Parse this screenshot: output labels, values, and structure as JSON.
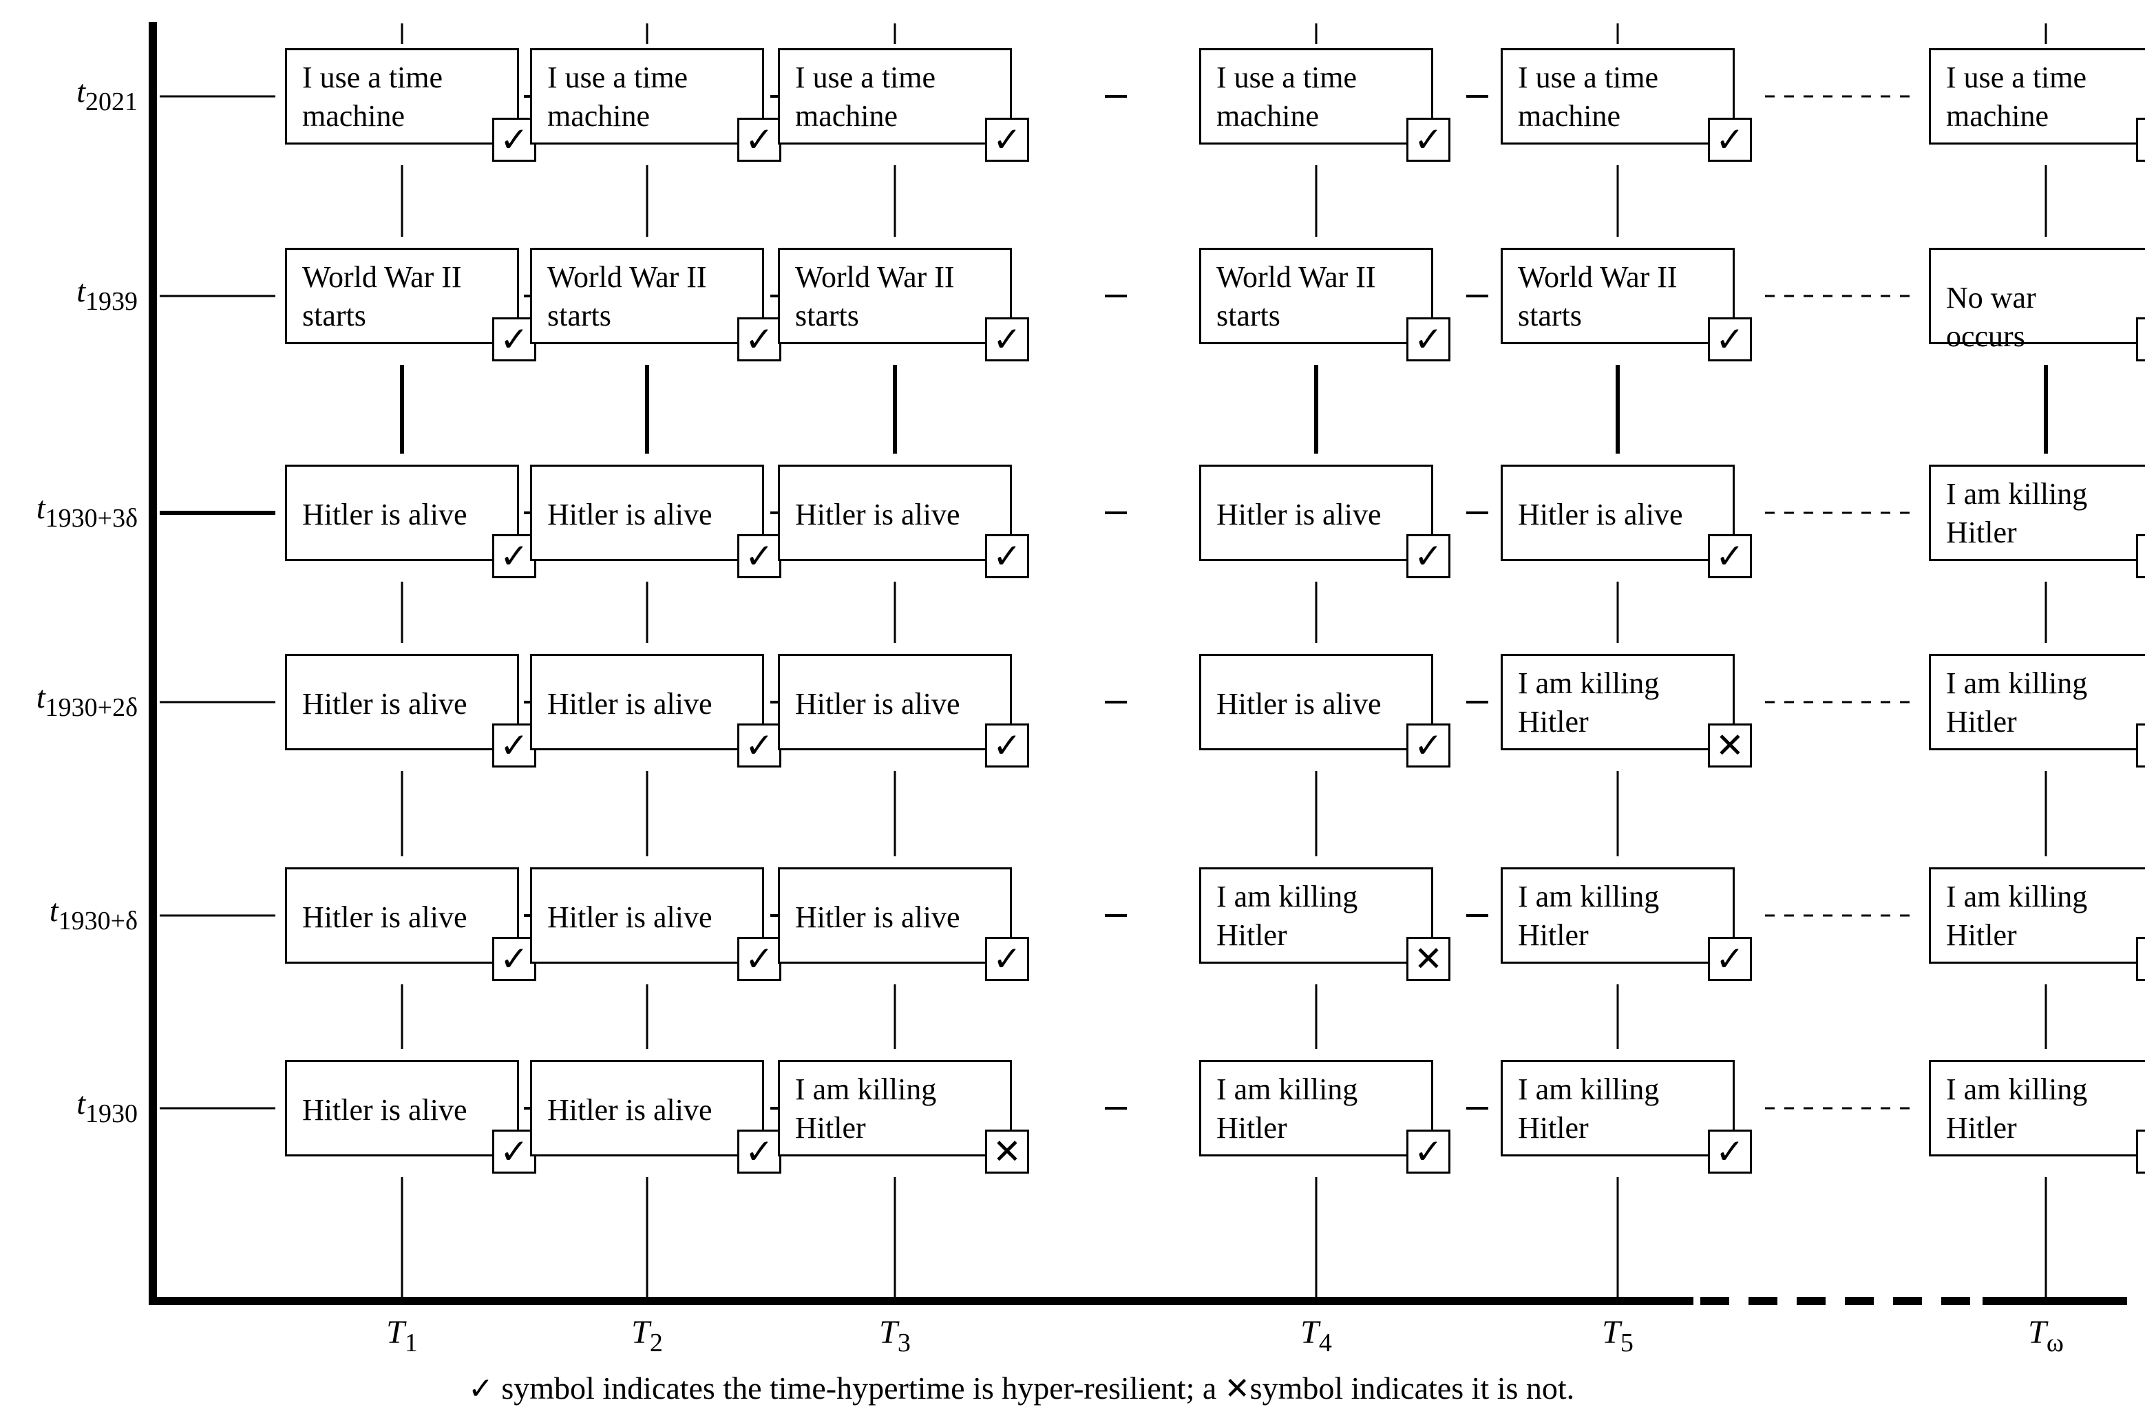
{
  "rows": [
    {
      "name": "t",
      "sub": "2021"
    },
    {
      "name": "t",
      "sub": "1939"
    },
    {
      "name": "t",
      "sub": "1930+3δ"
    },
    {
      "name": "t",
      "sub": "1930+2δ"
    },
    {
      "name": "t",
      "sub": "1930+δ"
    },
    {
      "name": "t",
      "sub": "1930"
    }
  ],
  "columns": [
    {
      "name": "T",
      "sub": "1"
    },
    {
      "name": "T",
      "sub": "2"
    },
    {
      "name": "T",
      "sub": "3"
    },
    {
      "name": "T",
      "sub": "4"
    },
    {
      "name": "T",
      "sub": "5"
    },
    {
      "name": "T",
      "sub": "ω"
    }
  ],
  "cells": [
    [
      {
        "text": "I use a time machine",
        "mark": "✓"
      },
      {
        "text": "I use a time machine",
        "mark": "✓"
      },
      {
        "text": "I use a time machine",
        "mark": "✓"
      },
      {
        "text": "I use a time machine",
        "mark": "✓"
      },
      {
        "text": "I use a time machine",
        "mark": "✓"
      },
      {
        "text": "I use a time machine",
        "mark": "✓"
      }
    ],
    [
      {
        "text": "World War II starts",
        "mark": "✓"
      },
      {
        "text": "World War II starts",
        "mark": "✓"
      },
      {
        "text": "World War II starts",
        "mark": "✓"
      },
      {
        "text": "World War II starts",
        "mark": "✓"
      },
      {
        "text": "World War II starts",
        "mark": "✓"
      },
      {
        "text": "No war occurs",
        "mark": "✕"
      }
    ],
    [
      {
        "text": "Hitler is alive",
        "mark": "✓"
      },
      {
        "text": "Hitler is alive",
        "mark": "✓"
      },
      {
        "text": "Hitler is alive",
        "mark": "✓"
      },
      {
        "text": "Hitler is alive",
        "mark": "✓"
      },
      {
        "text": "Hitler is alive",
        "mark": "✓"
      },
      {
        "text": "I am killing Hitler",
        "mark": "✓"
      }
    ],
    [
      {
        "text": "Hitler is alive",
        "mark": "✓"
      },
      {
        "text": "Hitler is alive",
        "mark": "✓"
      },
      {
        "text": "Hitler is alive",
        "mark": "✓"
      },
      {
        "text": "Hitler is alive",
        "mark": "✓"
      },
      {
        "text": "I am killing Hitler",
        "mark": "✕"
      },
      {
        "text": "I am killing Hitler",
        "mark": "✓"
      }
    ],
    [
      {
        "text": "Hitler is alive",
        "mark": "✓"
      },
      {
        "text": "Hitler is alive",
        "mark": "✓"
      },
      {
        "text": "Hitler is alive",
        "mark": "✓"
      },
      {
        "text": "I am killing Hitler",
        "mark": "✕"
      },
      {
        "text": "I am killing Hitler",
        "mark": "✓"
      },
      {
        "text": "I am killing Hitler",
        "mark": "✓"
      }
    ],
    [
      {
        "text": "Hitler is alive",
        "mark": "✓"
      },
      {
        "text": "Hitler is alive",
        "mark": "✓"
      },
      {
        "text": "I am killing Hitler",
        "mark": "✕"
      },
      {
        "text": "I am killing Hitler",
        "mark": "✓"
      },
      {
        "text": "I am killing Hitler",
        "mark": "✓"
      },
      {
        "text": "I am killing Hitler",
        "mark": "✓"
      }
    ]
  ],
  "caption": {
    "check_symbol": "✓",
    "part1": " symbol indicates the time-hypertime is hyper-resilient; a ",
    "cross_symbol": "✕",
    "part2": "symbol indicates it is not."
  }
}
